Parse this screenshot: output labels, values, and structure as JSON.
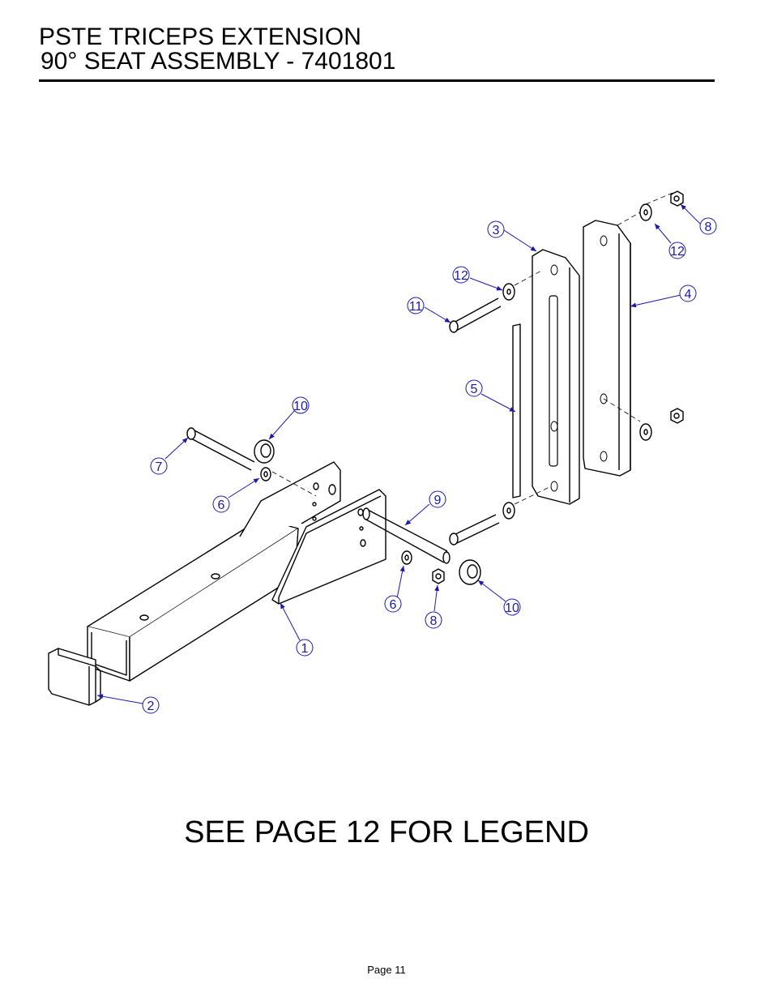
{
  "header": {
    "title_line1": "PSTE TRICEPS EXTENSION",
    "title_line2": "90° SEAT ASSEMBLY - 7401801"
  },
  "diagram": {
    "callout_color": "#1a1aa8",
    "callouts": [
      "3",
      "12",
      "11",
      "8",
      "12",
      "4",
      "5",
      "10",
      "7",
      "6",
      "9",
      "6",
      "8",
      "10",
      "1",
      "2"
    ]
  },
  "legend_note": "SEE PAGE 12 FOR LEGEND",
  "footer": {
    "page": "Page 11"
  }
}
